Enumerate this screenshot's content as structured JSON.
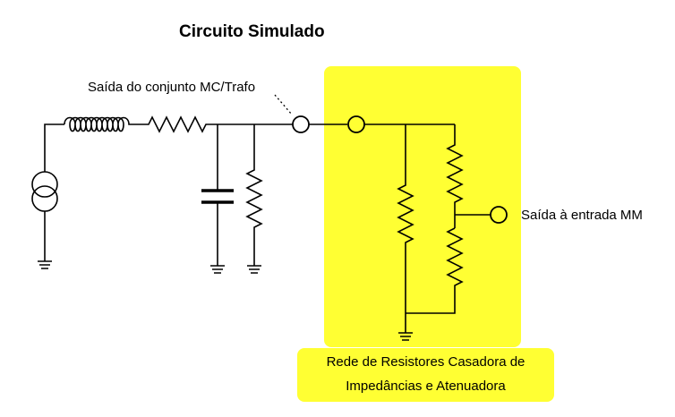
{
  "title": "Circuito Simulado",
  "labels": {
    "cartridge_output": "Saída do conjunto MC/Trafo",
    "mm_output": "Saída à entrada MM",
    "network_line1": "Rede de Resistores Casadora de",
    "network_line2": "Impedâncias e Atenuadora"
  },
  "colors": {
    "highlight": "#ffff33",
    "wire": "#000000"
  },
  "icons": [
    "current-source-icon",
    "inductor-icon",
    "resistor-icon",
    "capacitor-icon",
    "ground-icon",
    "terminal-icon"
  ]
}
